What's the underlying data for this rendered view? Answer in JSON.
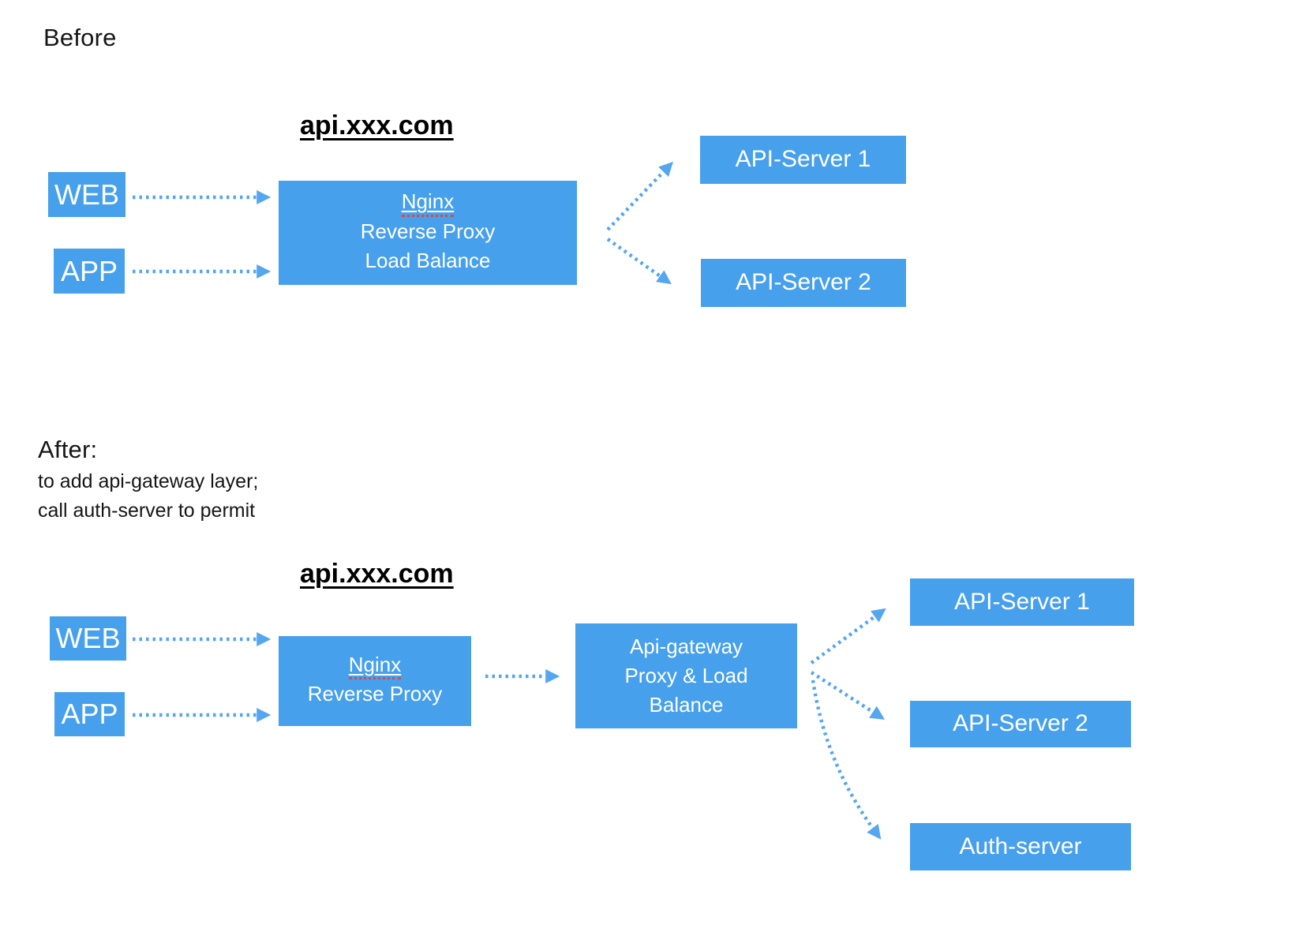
{
  "colors": {
    "box_blue": "#47A0EC",
    "arrow_blue": "#55A6F0",
    "squiggle_red": "#E8453C",
    "text_dark": "#161616",
    "box_text": "#FFFFFF"
  },
  "before": {
    "title": "Before",
    "domain": "api.xxx.com",
    "web": "WEB",
    "app": "APP",
    "nginx_line1": "Nginx",
    "nginx_line2": "Reverse Proxy",
    "nginx_line3": "Load Balance",
    "api_server_1": "API-Server 1",
    "api_server_2": "API-Server 2"
  },
  "after": {
    "title": "After:",
    "subtitle_line1": "to add api-gateway layer;",
    "subtitle_line2": "call auth-server to permit",
    "domain": "api.xxx.com",
    "web": "WEB",
    "app": "APP",
    "nginx_line1": "Nginx",
    "nginx_line2": "Reverse Proxy",
    "gateway_line1": "Api-gateway",
    "gateway_line2": "Proxy & Load",
    "gateway_line3": "Balance",
    "api_server_1": "API-Server 1",
    "api_server_2": "API-Server 2",
    "auth_server": "Auth-server"
  }
}
